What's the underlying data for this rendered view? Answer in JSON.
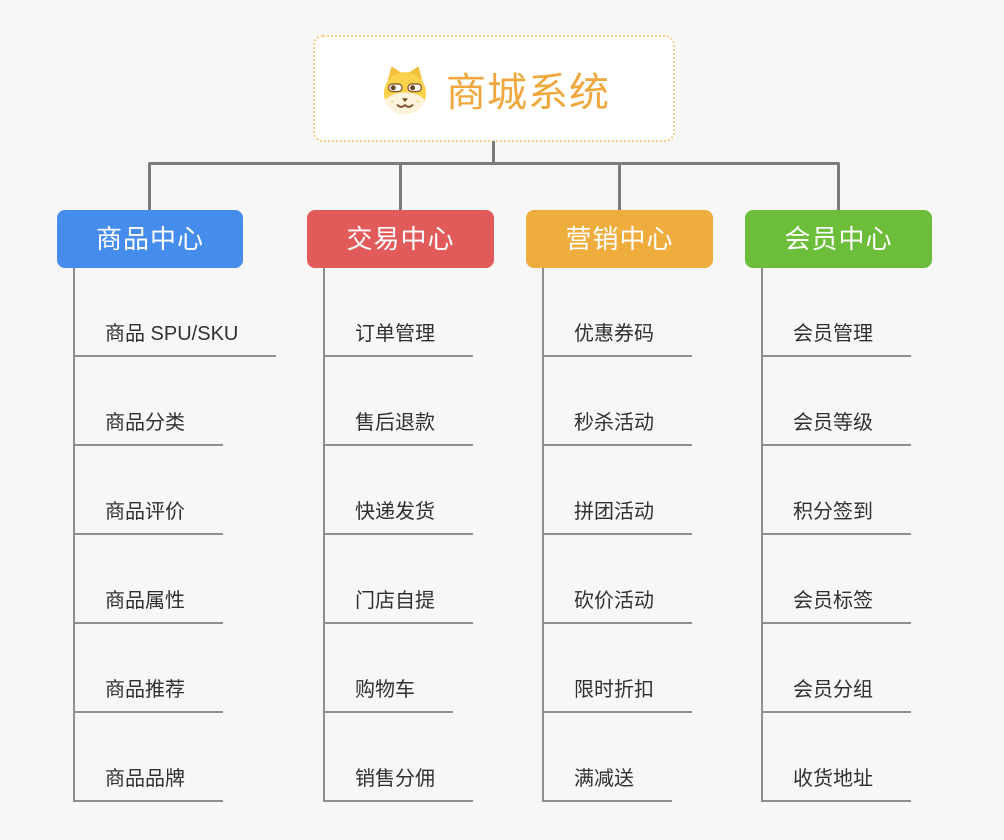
{
  "page": {
    "background": "#f7f7f8",
    "connector_color": "#7c7c7c",
    "leaf_line_color": "#8f8f8f"
  },
  "root": {
    "title": "商城系统",
    "icon": "dog-face-icon",
    "text_color": "#f0a83e",
    "border_color": "#f6cb84"
  },
  "branches": [
    {
      "label": "商品中心",
      "color": "#458cec",
      "children": [
        "商品 SPU/SKU",
        "商品分类",
        "商品评价",
        "商品属性",
        "商品推荐",
        "商品品牌"
      ]
    },
    {
      "label": "交易中心",
      "color": "#e25b5b",
      "children": [
        "订单管理",
        "售后退款",
        "快递发货",
        "门店自提",
        "购物车",
        "销售分佣"
      ]
    },
    {
      "label": "营销中心",
      "color": "#efad3d",
      "children": [
        "优惠券码",
        "秒杀活动",
        "拼团活动",
        "砍价活动",
        "限时折扣",
        "满减送"
      ]
    },
    {
      "label": "会员中心",
      "color": "#6cbe3a",
      "children": [
        "会员管理",
        "会员等级",
        "积分签到",
        "会员标签",
        "会员分组",
        "收货地址"
      ]
    }
  ]
}
